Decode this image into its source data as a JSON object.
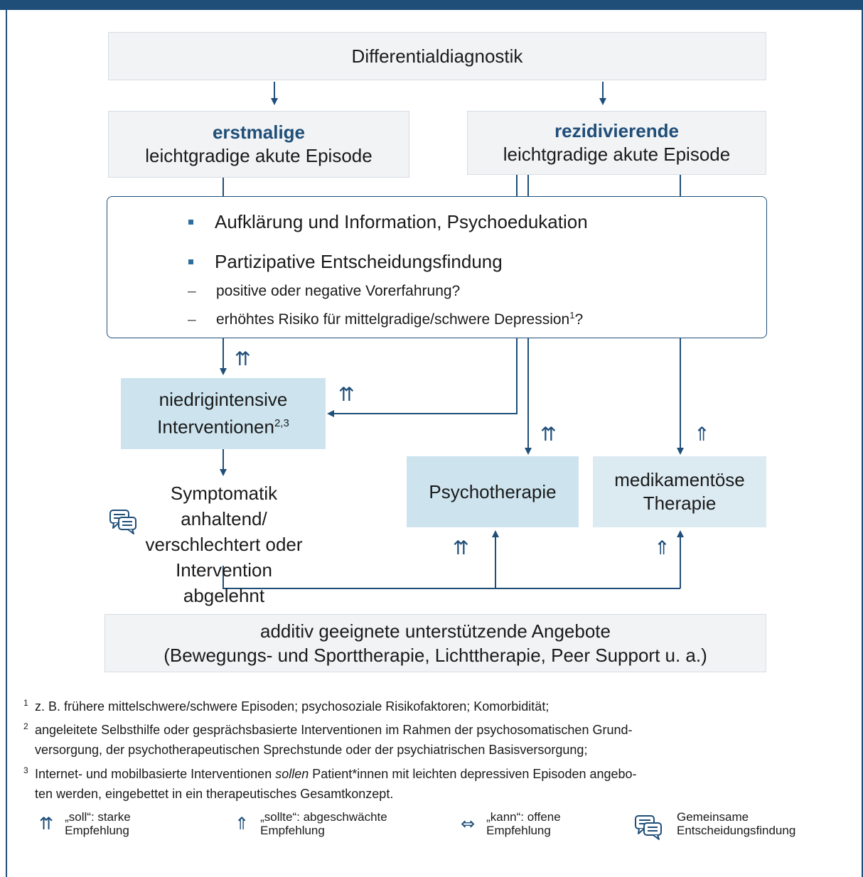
{
  "boxes": {
    "differentialdiagnostik": "Differentialdiagnostik",
    "erstmalig_bold": "erstmalige",
    "erstmalig_text": "leichtgradige akute Episode",
    "rezidiv_bold": "rezidivierende",
    "rezidiv_text": "leichtgradige akute Episode",
    "bullet1": "Aufklärung und Information, Psychoedukation",
    "bullet2": "Partizipative Entscheidungsfindung",
    "sub1": "positive oder negative Vorerfahrung?",
    "sub2": "erhöhtes Risiko für mittelgradige/schwere Depression",
    "sub2_sup": "1",
    "sub2_end": "?",
    "niedrig_line1": "niedrigintensive",
    "niedrig_line2": "Interventionen",
    "niedrig_sup": "2,3",
    "symptom_line1": "Symptomatik anhaltend/",
    "symptom_line2": "verschlechtert oder",
    "symptom_line3": "Intervention abgelehnt",
    "psychotherapie": "Psychotherapie",
    "medikamentoes_line1": "medikamentöse",
    "medikamentoes_line2": "Therapie",
    "additiv_line1": "additiv geeignete unterstützende Angebote",
    "additiv_line2": "(Bewegungs- und Sporttherapie, Lichttherapie, Peer Support u. a.)"
  },
  "recommendation_marks": {
    "strong": "⇈",
    "weak": "⇑",
    "open": "⇔"
  },
  "footnotes": {
    "fn1_num": "1",
    "fn1": "z. B. frühere mittelschwere/schwere Episoden; psychosoziale Risikofaktoren; Komorbidität;",
    "fn2_num": "2",
    "fn2_line1": "angeleitete Selbsthilfe oder gesprächsbasierte Interventionen im Rahmen der psychosomatischen Grund-",
    "fn2_line2": "versorgung, der psychotherapeutischen Sprechstunde oder der psychiatrischen Basisversorgung;",
    "fn3_num": "3",
    "fn3_pre": "Internet- und mobilbasierte Interventionen ",
    "fn3_em": "sollen",
    "fn3_post": " Patient*innen mit leichten depressiven Episoden angebo-",
    "fn3_line2": "ten werden, eingebettet in ein therapeutisches Gesamtkonzept."
  },
  "legend": {
    "soll_line1": "„soll“: starke",
    "soll_line2": "Empfehlung",
    "sollte_line1": "„sollte“: abgeschwächte",
    "sollte_line2": "Empfehlung",
    "kann_line1": "„kann“: offene",
    "kann_line2": "Empfehlung",
    "shared_line1": "Gemeinsame",
    "shared_line2": "Entscheidungsfindung"
  },
  "colors": {
    "navy": "#1f4e79",
    "box_grey": "#f1f3f5",
    "box_blue": "#cde4ef",
    "box_lightblue": "#dceaf2"
  },
  "icons": {
    "shared_decision": "chat-bubbles-icon"
  }
}
